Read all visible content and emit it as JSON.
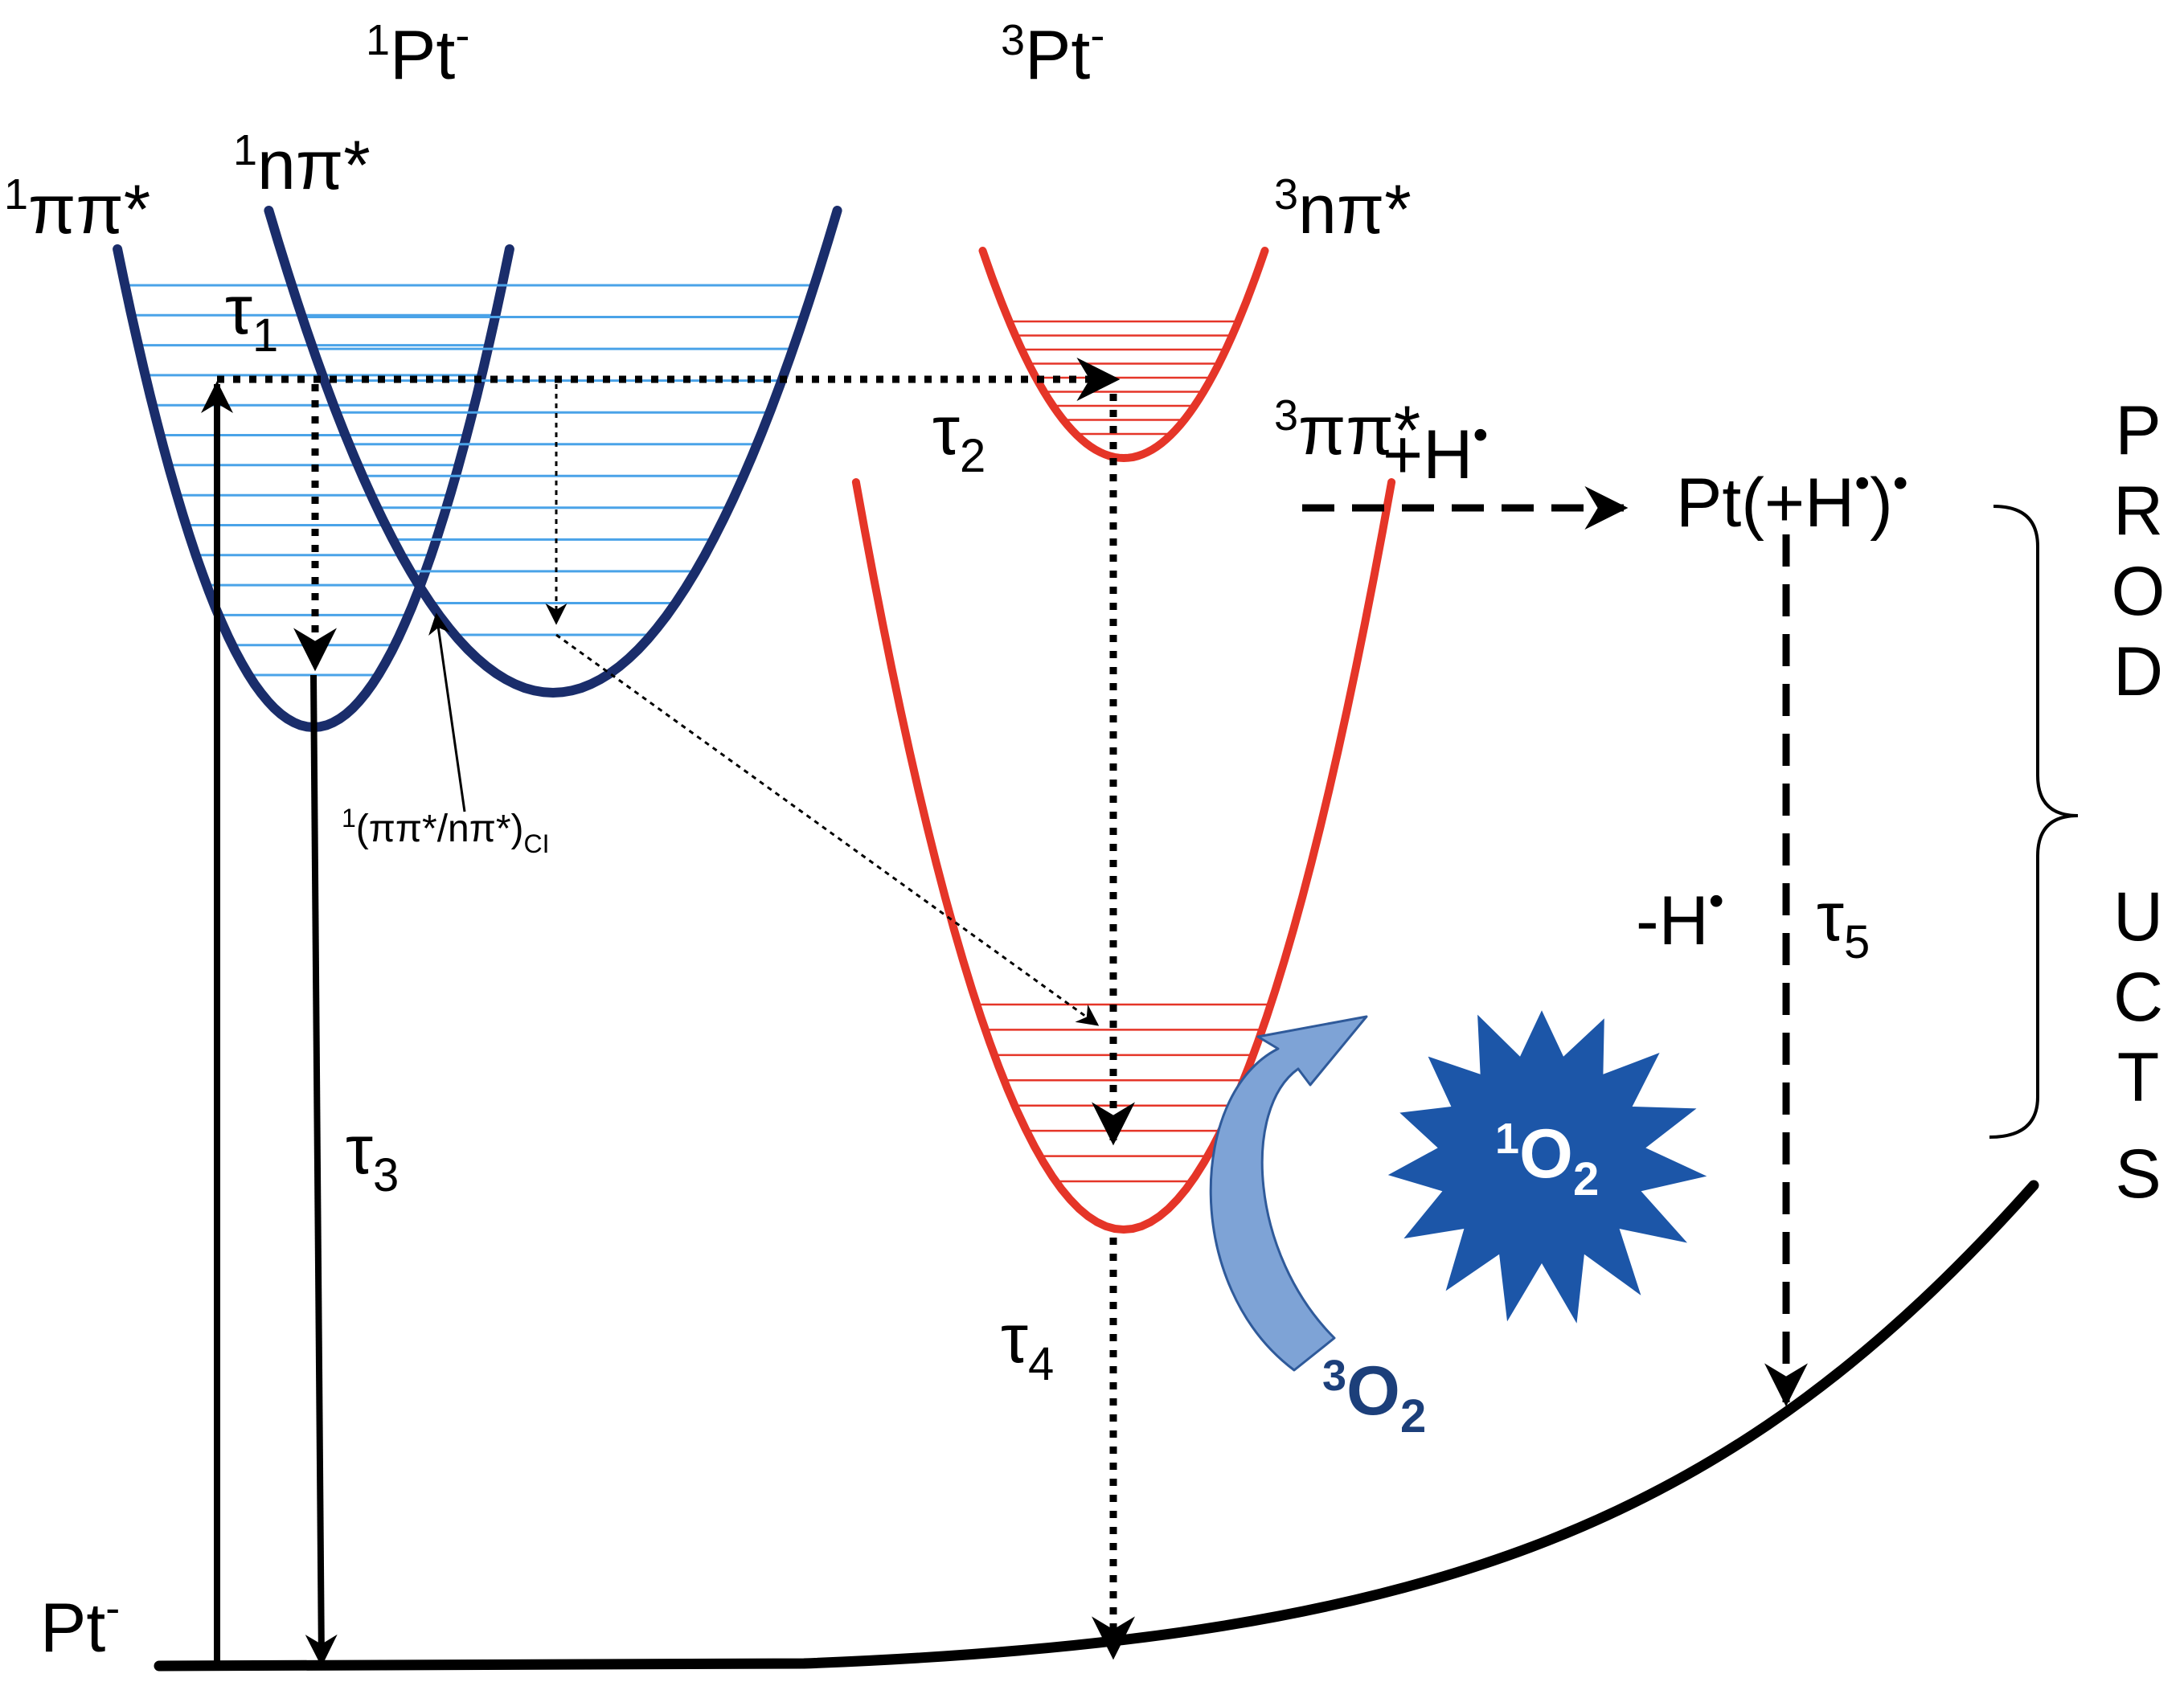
{
  "colors": {
    "singlet_curve": "#1a2d6b",
    "singlet_levels": "#4aa3e8",
    "triplet": "#e53528",
    "line": "#000000",
    "star": "#1c56a8",
    "arrow_fill": "#7ea3d6",
    "arrow_stroke": "#2f5a9a"
  },
  "labels": {
    "singlet_state": {
      "sup": "1",
      "base": "Pt",
      "charge": "-"
    },
    "triplet_state": {
      "sup": "3",
      "base": "Pt",
      "charge": "-"
    },
    "pipi_singlet": {
      "sup": "1",
      "base": "ππ*"
    },
    "npi_singlet": {
      "sup": "1",
      "base": "nπ*"
    },
    "npi_triplet": {
      "sup": "3",
      "base": "nπ*"
    },
    "pipi_triplet": {
      "sup": "3",
      "base": "ππ*"
    },
    "ground": {
      "base": "Pt",
      "charge": "-"
    },
    "ci": {
      "sup": "1",
      "base": "(ππ*/nπ*)",
      "sub": "CI"
    },
    "tau1": {
      "base": "τ",
      "sub": "1"
    },
    "tau2": {
      "base": "τ",
      "sub": "2"
    },
    "tau3": {
      "base": "τ",
      "sub": "3"
    },
    "tau4": {
      "base": "τ",
      "sub": "4"
    },
    "tau5": {
      "base": "τ",
      "sub": "5"
    },
    "h_add": {
      "base": "+H",
      "dot": "•"
    },
    "h_remove": {
      "base": "-H",
      "dot": "•"
    },
    "radical": {
      "text": "Pt(+H",
      "dot": "•",
      "close": ")",
      "dot2": "•"
    },
    "singlet_oxygen": {
      "sup": "1",
      "base": "O",
      "sub": "2"
    },
    "triplet_oxygen": {
      "sup": "3",
      "base": "O",
      "sub": "2"
    },
    "products": [
      "P",
      "R",
      "O",
      "D",
      "U",
      "C",
      "T",
      "S"
    ]
  }
}
